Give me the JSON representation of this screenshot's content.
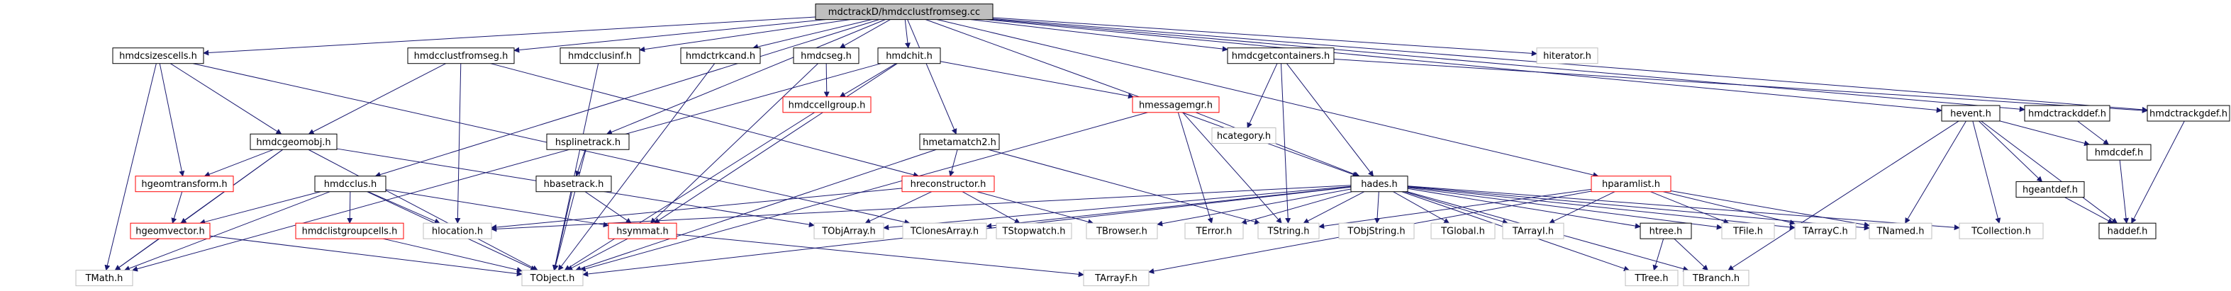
{
  "nodes": [
    {
      "id": "root",
      "label": "mdctrackD/hmdcclustfromseg.cc",
      "style": "root"
    },
    {
      "id": "hmdcsizescells",
      "label": "hmdcsizescells.h",
      "style": "normal"
    },
    {
      "id": "hmdcclustfromseg",
      "label": "hmdcclustfromseg.h",
      "style": "normal"
    },
    {
      "id": "hmdcclusinf",
      "label": "hmdcclusinf.h",
      "style": "normal"
    },
    {
      "id": "hmdctrkcand",
      "label": "hmdctrkcand.h",
      "style": "normal"
    },
    {
      "id": "hmdcseg",
      "label": "hmdcseg.h",
      "style": "normal"
    },
    {
      "id": "hmdchit",
      "label": "hmdchit.h",
      "style": "normal"
    },
    {
      "id": "hmdcgetcontainers",
      "label": "hmdcgetcontainers.h",
      "style": "normal"
    },
    {
      "id": "hiterator",
      "label": "hiterator.h",
      "style": "gray"
    },
    {
      "id": "hmdcgeomobj",
      "label": "hmdcgeomobj.h",
      "style": "normal"
    },
    {
      "id": "hgeomtransform",
      "label": "hgeomtransform.h",
      "style": "red"
    },
    {
      "id": "hgeomvector",
      "label": "hgeomvector.h",
      "style": "red"
    },
    {
      "id": "hmdcclus",
      "label": "hmdcclus.h",
      "style": "normal"
    },
    {
      "id": "hmdclistgroupcells",
      "label": "hmdclistgroupcells.h",
      "style": "red"
    },
    {
      "id": "hlocation",
      "label": "hlocation.h",
      "style": "gray"
    },
    {
      "id": "tmath",
      "label": "TMath.h",
      "style": "gray"
    },
    {
      "id": "tobject",
      "label": "TObject.h",
      "style": "gray"
    },
    {
      "id": "hsplinetrack",
      "label": "hsplinetrack.h",
      "style": "normal"
    },
    {
      "id": "hbasetrack",
      "label": "hbasetrack.h",
      "style": "normal"
    },
    {
      "id": "hsymmat",
      "label": "hsymmat.h",
      "style": "red"
    },
    {
      "id": "hmdccellgroup",
      "label": "hmdccellgroup.h",
      "style": "red"
    },
    {
      "id": "hmetamatch2",
      "label": "hmetamatch2.h",
      "style": "normal"
    },
    {
      "id": "hreconstructor",
      "label": "hreconstructor.h",
      "style": "red"
    },
    {
      "id": "hmessagemgr",
      "label": "hmessagemgr.h",
      "style": "red"
    },
    {
      "id": "hcategory",
      "label": "hcategory.h",
      "style": "gray"
    },
    {
      "id": "tobjarray",
      "label": "TObjArray.h",
      "style": "gray"
    },
    {
      "id": "tclonesarray",
      "label": "TClonesArray.h",
      "style": "gray"
    },
    {
      "id": "tstopwatch",
      "label": "TStopwatch.h",
      "style": "gray"
    },
    {
      "id": "tbrowser",
      "label": "TBrowser.h",
      "style": "gray"
    },
    {
      "id": "hades",
      "label": "hades.h",
      "style": "normal"
    },
    {
      "id": "terror",
      "label": "TError.h",
      "style": "gray"
    },
    {
      "id": "tstring",
      "label": "TString.h",
      "style": "gray"
    },
    {
      "id": "tobjstring",
      "label": "TObjString.h",
      "style": "gray"
    },
    {
      "id": "tglobal",
      "label": "TGlobal.h",
      "style": "gray"
    },
    {
      "id": "tarrayi",
      "label": "TArrayI.h",
      "style": "gray"
    },
    {
      "id": "tarrayf",
      "label": "TArrayF.h",
      "style": "gray"
    },
    {
      "id": "hparamlist",
      "label": "hparamlist.h",
      "style": "red"
    },
    {
      "id": "htree",
      "label": "htree.h",
      "style": "normal"
    },
    {
      "id": "ttree",
      "label": "TTree.h",
      "style": "gray"
    },
    {
      "id": "tbranch",
      "label": "TBranch.h",
      "style": "gray"
    },
    {
      "id": "tfile",
      "label": "TFile.h",
      "style": "gray"
    },
    {
      "id": "tarrayc",
      "label": "TArrayC.h",
      "style": "gray"
    },
    {
      "id": "tnamed",
      "label": "TNamed.h",
      "style": "gray"
    },
    {
      "id": "tcollection",
      "label": "TCollection.h",
      "style": "gray"
    },
    {
      "id": "hevent",
      "label": "hevent.h",
      "style": "normal"
    },
    {
      "id": "hmdctrackddef",
      "label": "hmdctrackddef.h",
      "style": "normal"
    },
    {
      "id": "hmdctrackgdef",
      "label": "hmdctrackgdef.h",
      "style": "normal"
    },
    {
      "id": "hmdcdef",
      "label": "hmdcdef.h",
      "style": "normal"
    },
    {
      "id": "hgeantdef",
      "label": "hgeantdef.h",
      "style": "normal"
    },
    {
      "id": "haddef",
      "label": "haddef.h",
      "style": "normal"
    }
  ],
  "edges": [
    [
      "root",
      "hmdcsizescells"
    ],
    [
      "root",
      "hmdcclustfromseg"
    ],
    [
      "root",
      "hmdcclusinf"
    ],
    [
      "root",
      "hmdctrkcand"
    ],
    [
      "root",
      "hmdcseg"
    ],
    [
      "root",
      "hmdchit"
    ],
    [
      "root",
      "hmdcgetcontainers"
    ],
    [
      "root",
      "hiterator"
    ],
    [
      "root",
      "hmdcclus"
    ],
    [
      "root",
      "hsplinetrack"
    ],
    [
      "root",
      "hmetamatch2"
    ],
    [
      "root",
      "hades"
    ],
    [
      "root",
      "hparamlist"
    ],
    [
      "root",
      "hevent"
    ],
    [
      "root",
      "hmdctrackddef"
    ],
    [
      "root",
      "hmdctrackgdef"
    ],
    [
      "hmdcsizescells",
      "hmdcgeomobj"
    ],
    [
      "hmdcsizescells",
      "hgeomtransform"
    ],
    [
      "hmdcsizescells",
      "tmath"
    ],
    [
      "hmdcsizescells",
      "tclonesarray"
    ],
    [
      "hmdcclustfromseg",
      "hmdcgeomobj"
    ],
    [
      "hmdcclustfromseg",
      "hlocation"
    ],
    [
      "hmdcclustfromseg",
      "hreconstructor"
    ],
    [
      "hmdcclusinf",
      "tobject"
    ],
    [
      "hmdctrkcand",
      "tobject"
    ],
    [
      "hmdcseg",
      "hmdccellgroup"
    ],
    [
      "hmdcseg",
      "hsymmat"
    ],
    [
      "hmdchit",
      "hmdccellgroup"
    ],
    [
      "hmdchit",
      "hsymmat"
    ],
    [
      "hmdchit",
      "hmessagemgr"
    ],
    [
      "hmdchit",
      "tmath"
    ],
    [
      "hmdcgetcontainers",
      "hcategory"
    ],
    [
      "hmdcgetcontainers",
      "tstring"
    ],
    [
      "hmdcgetcontainers",
      "hades"
    ],
    [
      "hmdcgetcontainers",
      "hmdctrackgdef"
    ],
    [
      "hmdcgeomobj",
      "hgeomtransform"
    ],
    [
      "hmdcgeomobj",
      "hgeomvector"
    ],
    [
      "hmdcgeomobj",
      "tmath"
    ],
    [
      "hmdcgeomobj",
      "tobjarray"
    ],
    [
      "hmdcgeomobj",
      "tobject"
    ],
    [
      "hgeomtransform",
      "hgeomvector"
    ],
    [
      "hgeomvector",
      "tmath"
    ],
    [
      "hgeomvector",
      "tobject"
    ],
    [
      "hmdcclus",
      "hmdclistgroupcells"
    ],
    [
      "hmdcclus",
      "hgeomvector"
    ],
    [
      "hmdcclus",
      "hlocation"
    ],
    [
      "hmdcclus",
      "tmath"
    ],
    [
      "hmdcclus",
      "tobject"
    ],
    [
      "hmdcclus",
      "hsymmat"
    ],
    [
      "hmdclistgroupcells",
      "tobject"
    ],
    [
      "hsplinetrack",
      "hbasetrack"
    ],
    [
      "hsplinetrack",
      "tobject"
    ],
    [
      "hbasetrack",
      "hsymmat"
    ],
    [
      "hbasetrack",
      "tobject"
    ],
    [
      "hsymmat",
      "tobject"
    ],
    [
      "hsymmat",
      "tarrayf"
    ],
    [
      "hmdccellgroup",
      "tobject"
    ],
    [
      "hmetamatch2",
      "hreconstructor"
    ],
    [
      "hmetamatch2",
      "tobject"
    ],
    [
      "hmetamatch2",
      "tstring"
    ],
    [
      "hreconstructor",
      "hlocation"
    ],
    [
      "hreconstructor",
      "tobjarray"
    ],
    [
      "hreconstructor",
      "tstopwatch"
    ],
    [
      "hreconstructor",
      "tbrowser"
    ],
    [
      "hmessagemgr",
      "tobject"
    ],
    [
      "hmessagemgr",
      "terror"
    ],
    [
      "hmessagemgr",
      "tstring"
    ],
    [
      "hmessagemgr",
      "hades"
    ],
    [
      "hades",
      "tobjarray"
    ],
    [
      "hades",
      "tclonesarray"
    ],
    [
      "hades",
      "tbrowser"
    ],
    [
      "hades",
      "terror"
    ],
    [
      "hades",
      "tstring"
    ],
    [
      "hades",
      "tobjstring"
    ],
    [
      "hades",
      "tglobal"
    ],
    [
      "hades",
      "tarrayi"
    ],
    [
      "hades",
      "htree"
    ],
    [
      "hades",
      "ttree"
    ],
    [
      "hades",
      "tbranch"
    ],
    [
      "hades",
      "tfile"
    ],
    [
      "hades",
      "tarrayc"
    ],
    [
      "hades",
      "tnamed"
    ],
    [
      "hades",
      "tobject"
    ],
    [
      "hades",
      "hlocation"
    ],
    [
      "hades",
      "tcollection"
    ],
    [
      "hparamlist",
      "tstring"
    ],
    [
      "hparamlist",
      "tarrayi"
    ],
    [
      "hparamlist",
      "tarrayf"
    ],
    [
      "hparamlist",
      "tarrayc"
    ],
    [
      "hparamlist",
      "tnamed"
    ],
    [
      "hparamlist",
      "tfile"
    ],
    [
      "htree",
      "ttree"
    ],
    [
      "htree",
      "tbranch"
    ],
    [
      "hevent",
      "hgeantdef"
    ],
    [
      "hevent",
      "hmdcdef"
    ],
    [
      "hevent",
      "haddef"
    ],
    [
      "hevent",
      "tnamed"
    ],
    [
      "hevent",
      "tcollection"
    ],
    [
      "hevent",
      "tbranch"
    ],
    [
      "hmdctrackddef",
      "hmdcdef"
    ],
    [
      "hmdcdef",
      "haddef"
    ],
    [
      "hgeantdef",
      "haddef"
    ],
    [
      "hmdctrackgdef",
      "haddef"
    ]
  ]
}
